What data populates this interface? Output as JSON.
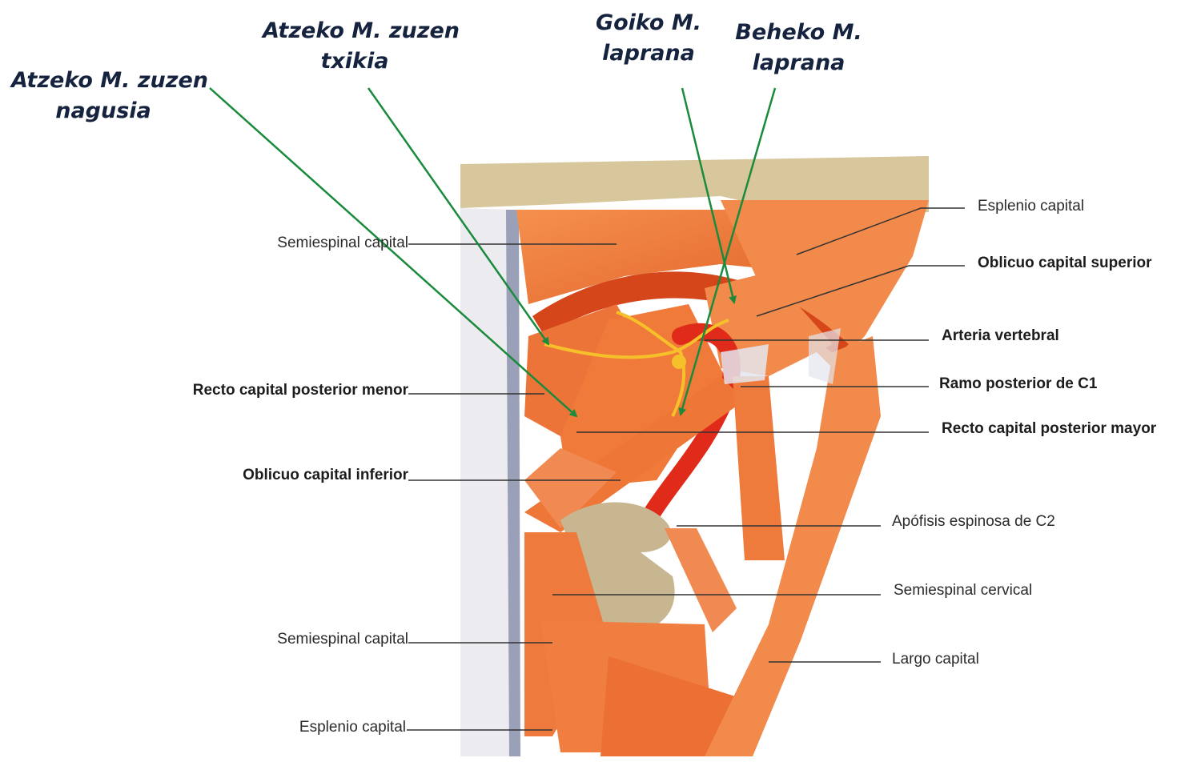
{
  "annotations": [
    {
      "line1": "Atzeko M. zuzen",
      "line2": "nagusia"
    },
    {
      "line1": "Atzeko M. zuzen",
      "line2": "txikia"
    },
    {
      "line1": "Goiko M.",
      "line2": "laprana"
    },
    {
      "line1": "Beheko M.",
      "line2": "laprana"
    }
  ],
  "left_labels": [
    "Semiespinal capital",
    "Recto capital posterior menor",
    "Oblicuo capital inferior",
    "Semiespinal capital",
    "Esplenio capital"
  ],
  "right_labels": [
    "Esplenio capital",
    "Oblicuo capital superior",
    "Arteria vertebral",
    "Ramo posterior de C1",
    "Recto capital posterior mayor",
    "Apófisis espinosa de C2",
    "Semiespinal cervical",
    "Largo capital"
  ],
  "colors": {
    "arrow": "#1a8a3c",
    "muscle": "#f07a3a",
    "muscle_dark": "#d95a1f",
    "tendon": "#eaeaf0",
    "bone": "#c8b690",
    "artery": "#e02a1a",
    "nerve": "#f5c02a"
  }
}
